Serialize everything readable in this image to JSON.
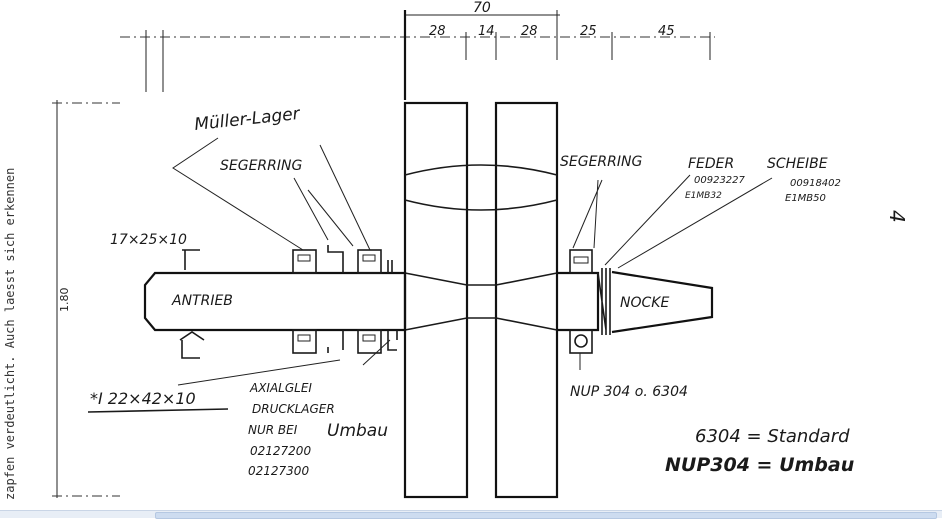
{
  "side_note": "zapfen  verdeutlicht.  Auch  laesst  sich  erkennen",
  "dimensions": {
    "overall_height": "1.80",
    "top_total": "70",
    "segments": [
      "28",
      "14",
      "28",
      "25",
      "45"
    ]
  },
  "labels": {
    "mueller_lager": "Müller-Lager",
    "segerring_left": "SEGERRING",
    "bearing_small": "17×25×10",
    "antrieb": "ANTRIEB",
    "bearing_large": "*I  22×42×10",
    "axial_1": "AXIALGLEI",
    "axial_2": "DRUCKLAGER",
    "axial_3": "NUR BEI",
    "axial_3b": "Umbau",
    "axial_num1": "02127200",
    "axial_num2": "02127300",
    "segerring_right": "SEGERRING",
    "feder": "FEDER",
    "feder_num": "00923227",
    "feder_code": "E1MB32",
    "scheibe": "SCHEIBE",
    "scheibe_num": "00918402",
    "scheibe_code": "E1MB50",
    "page_mark": "4",
    "nocke": "NOCKE",
    "nup": "NUP 304  o.  6304",
    "standard": "6304 = Standard",
    "umbau": "NUP304 = Umbau"
  }
}
